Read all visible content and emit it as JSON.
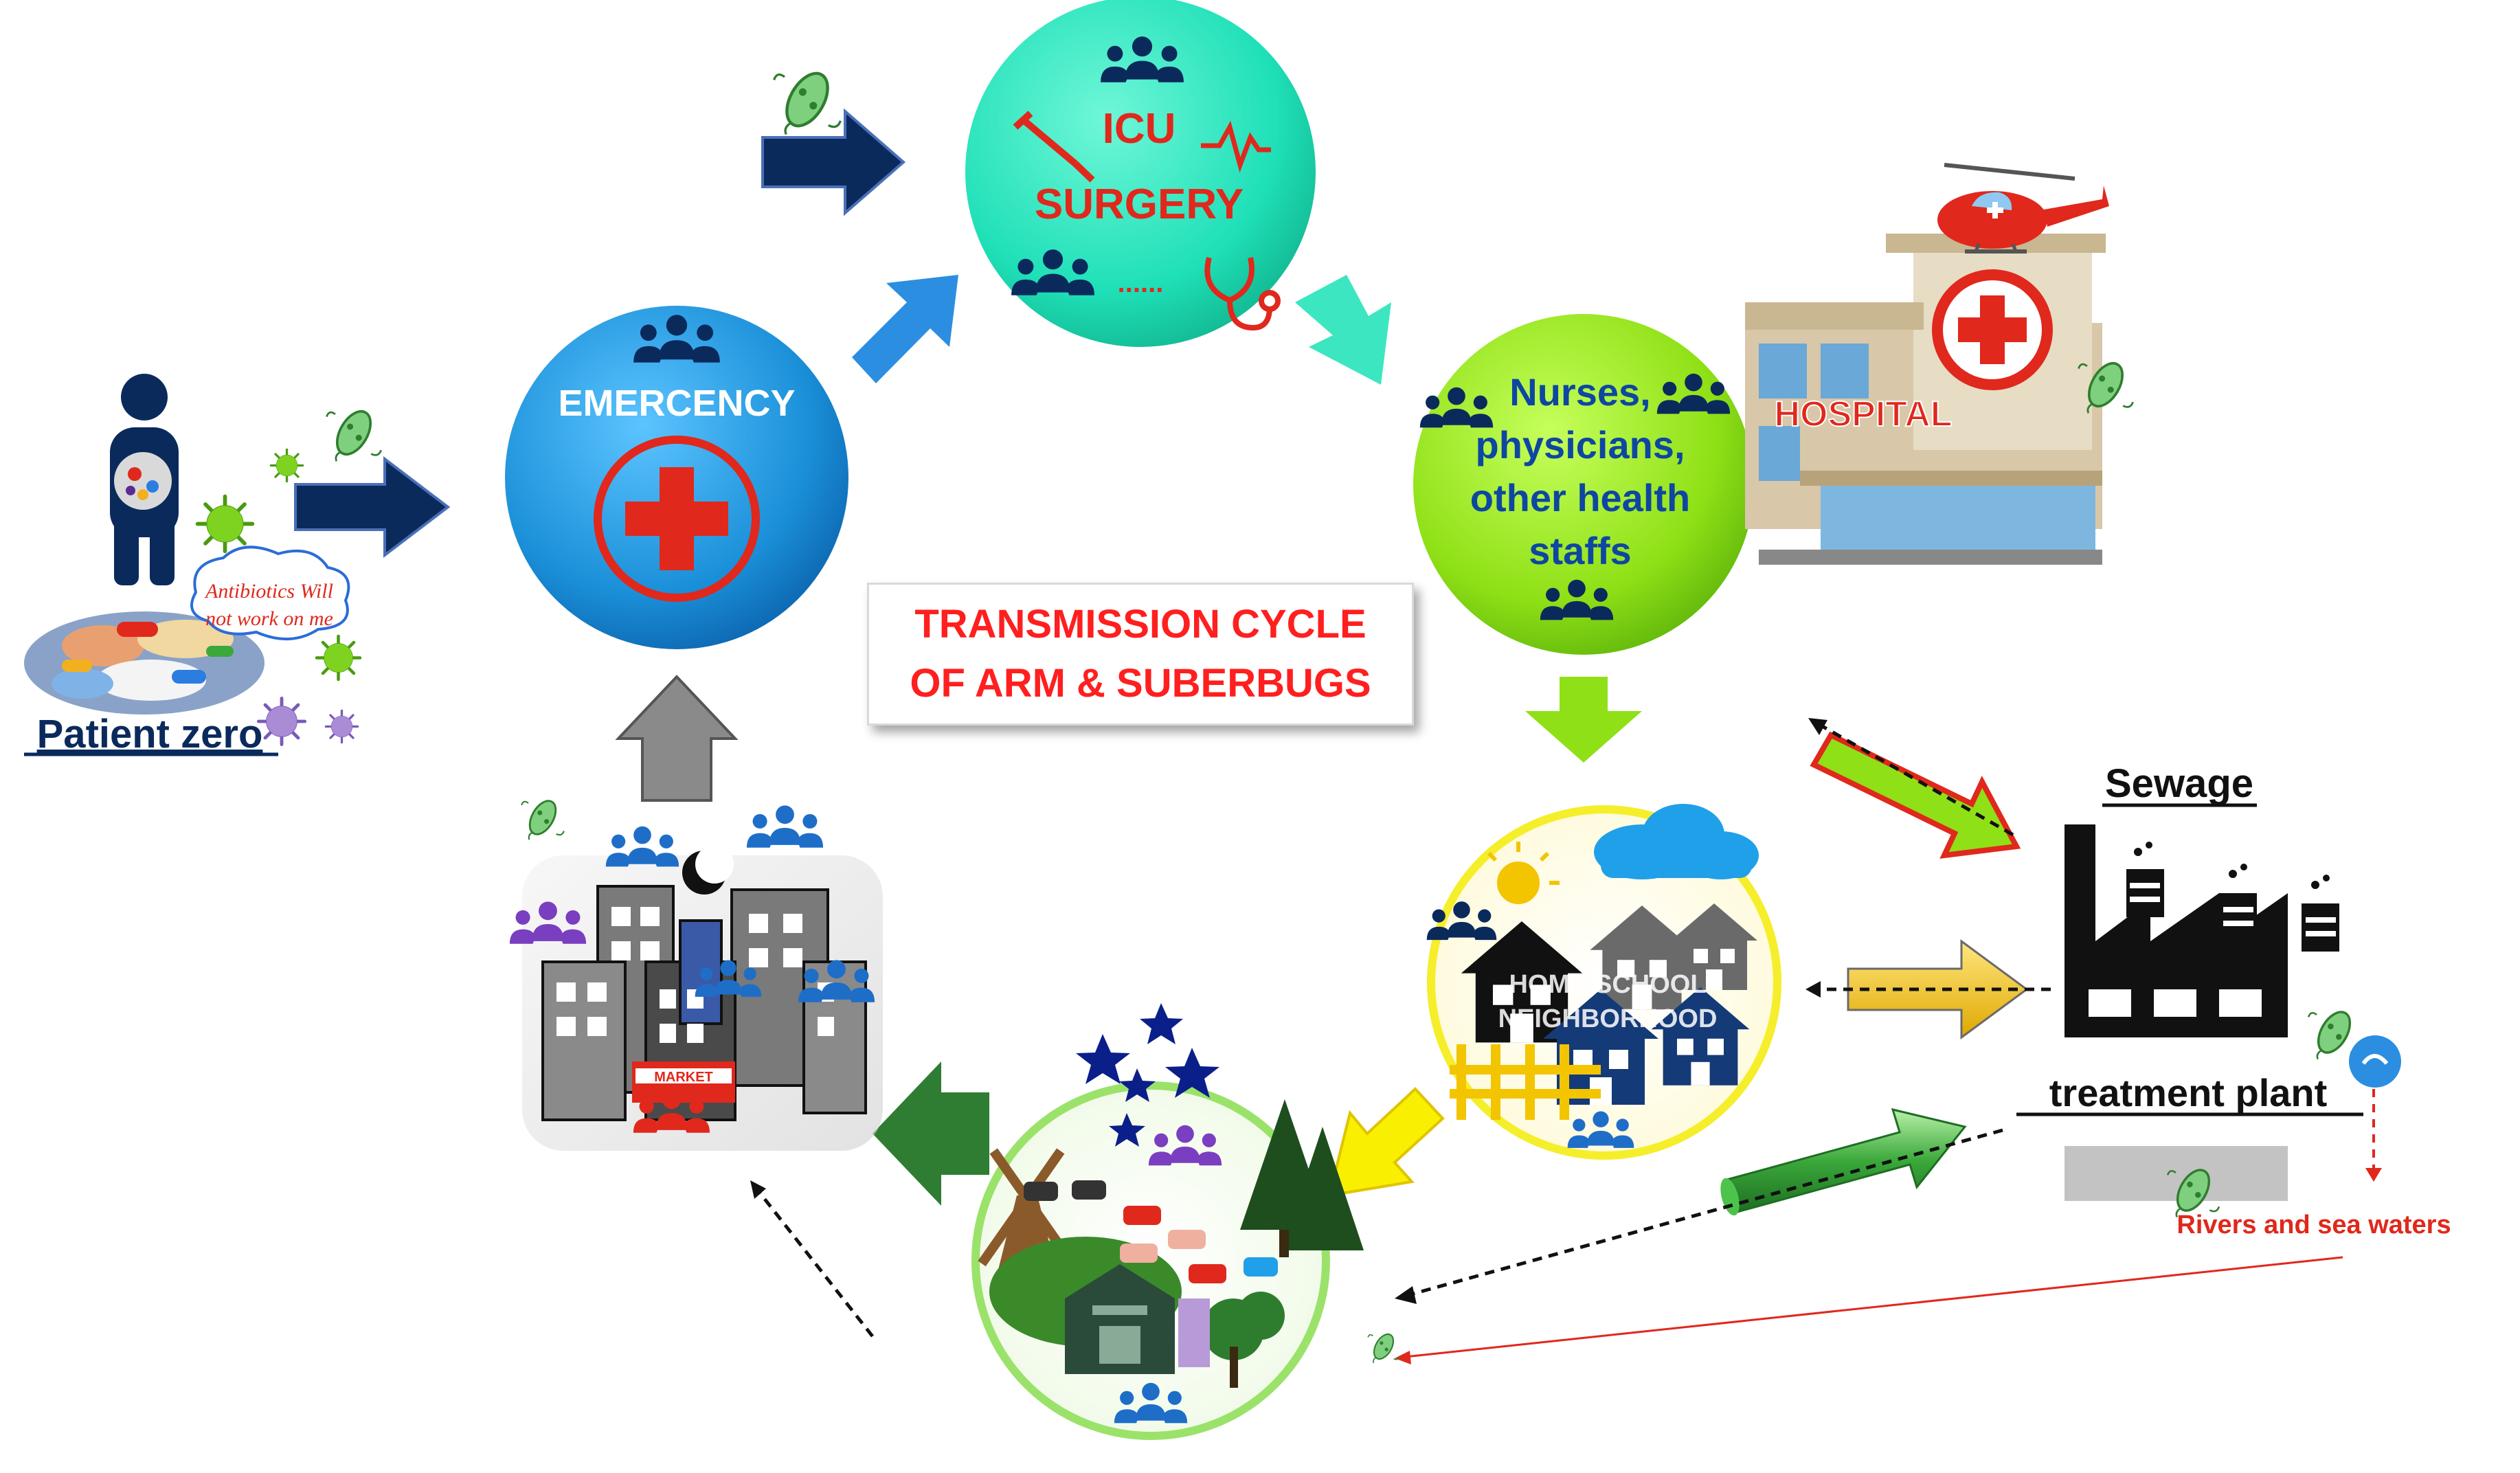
{
  "title": {
    "line1": "TRANSMISSION CYCLE",
    "line2": "OF ARM & SUBERBUGS"
  },
  "nodes": {
    "patient": {
      "label": "Patient zero",
      "bubble_line1": "Antibiotics Will",
      "bubble_line2": "not work on me"
    },
    "emergency": {
      "label": "EMERCENCY"
    },
    "icu": {
      "line1": "ICU",
      "line2": "SURGERY",
      "dots": "......"
    },
    "staff": {
      "line1": "Nurses,",
      "line2": "physicians,",
      "line3": "other health",
      "line4": "staffs"
    },
    "hospital": {
      "sign": "HOSPITAL"
    },
    "home": {
      "line1": "HOME,SCHOOL",
      "line2": "NEIGHBORHOOD"
    },
    "market": {
      "sign": "MARKET"
    },
    "sewage": {
      "line1": "Sewage",
      "line2": "treatment plant"
    },
    "rivers": {
      "label": "Rivers and sea waters"
    }
  },
  "colors": {
    "navy": "#0b2a5c",
    "emergency_blue": "#1a8fd8",
    "icu_teal": "#1fe0b8",
    "staff_green": "#8fe016",
    "home_yellow": "#f5ee2a",
    "farm_green": "#9be26a",
    "title_red": "#ff1f1f",
    "icon_red": "#e0281c",
    "staff_text": "#0d47a1"
  },
  "icons": [
    "person-icon",
    "group-icon",
    "bacteria-icon",
    "virus-icon",
    "syringe-icon",
    "heartbeat-icon",
    "stethoscope-icon",
    "medical-cross-icon",
    "helicopter-icon",
    "hospital-building-icon",
    "factory-icon",
    "cloud-icon",
    "sun-icon",
    "moon-icon",
    "star-icon",
    "tree-icon",
    "windmill-icon",
    "barn-icon",
    "cow-icon",
    "water-drop-icon"
  ]
}
